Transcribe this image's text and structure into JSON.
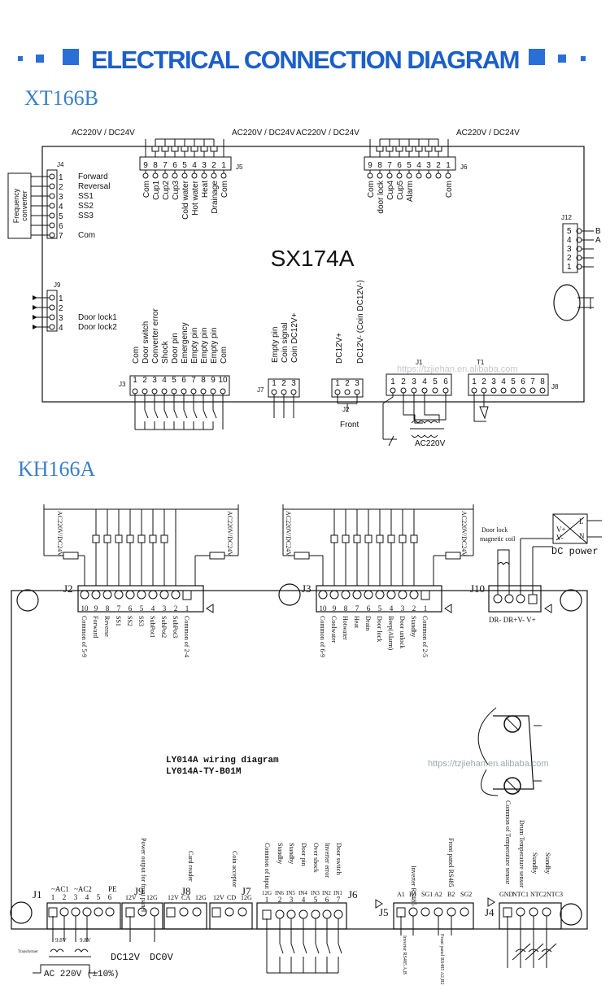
{
  "header": {
    "title": "ELECTRICAL CONNECTION DIAGRAM"
  },
  "models": {
    "top": "XT166B",
    "bottom": "KH166A"
  },
  "xt": {
    "board": "SX174A",
    "ac_label": "AC220V / DC24V",
    "j4": {
      "name": "J4",
      "pins": [
        "1",
        "2",
        "3",
        "4",
        "5",
        "6",
        "7"
      ],
      "labels": [
        "Forward",
        "Reversal",
        "SS1",
        "SS2",
        "SS3",
        "",
        "Com"
      ],
      "box": [
        "Frequency",
        "converter"
      ]
    },
    "j5": {
      "name": "J5",
      "pins": [
        "9",
        "8",
        "7",
        "6",
        "5",
        "4",
        "3",
        "2",
        "1"
      ],
      "labels": [
        "Com",
        "Cup1",
        "Cup2",
        "Cup3",
        "Cold water",
        "Hot water",
        "Heat",
        "Drainage",
        "Com"
      ]
    },
    "j6": {
      "name": "J6",
      "pins": [
        "9",
        "8",
        "7",
        "6",
        "5",
        "4",
        "3",
        "2",
        "1"
      ],
      "labels": [
        "Com",
        "door lock",
        "Cup4",
        "Cup5",
        "Alarm",
        "",
        "",
        "",
        "Com"
      ]
    },
    "j12": {
      "name": "J12",
      "pins": [
        "5",
        "4",
        "3",
        "2",
        "1"
      ],
      "labels": [
        "B",
        "A"
      ]
    },
    "j9": {
      "name": "J9",
      "pins": [
        "1",
        "2",
        "3",
        "4"
      ],
      "labels": [
        "Door lock1",
        "Door lock2"
      ]
    },
    "j3": {
      "name": "J3",
      "pins": [
        "1",
        "2",
        "3",
        "4",
        "5",
        "6",
        "7",
        "8",
        "9",
        "10"
      ],
      "labels": [
        "Com",
        "Door switch",
        "Converter error",
        "Shock",
        "Door pin",
        "Emergency",
        "Empty pin",
        "Empty pin",
        "Empty pin",
        "Com"
      ]
    },
    "j7": {
      "name": "J7",
      "pins": [
        "1",
        "2",
        "3"
      ],
      "labels": [
        "Empty pin",
        "Coin signal",
        "Coin DC12V+"
      ]
    },
    "j2": {
      "name": "J2",
      "pins": [
        "1",
        "2",
        "3"
      ],
      "labels": [
        "DC12V+",
        "DC12V- (Coin DC12V-)"
      ],
      "front": "Front"
    },
    "j1": {
      "name": "J1",
      "pins": [
        "1",
        "2",
        "3",
        "4",
        "5",
        "6"
      ],
      "ac": "AC220V"
    },
    "t1": {
      "name": "T1"
    },
    "j8": {
      "name": "J8",
      "pins": [
        "1",
        "2",
        "3",
        "4",
        "5",
        "6",
        "7",
        "8"
      ]
    },
    "watermark": "https://tzjiehan.en.alibaba.com"
  },
  "kh": {
    "ac_label": "AC220V/DC24V",
    "j2": {
      "name": "J2",
      "pins": [
        "10",
        "9",
        "8",
        "7",
        "6",
        "5",
        "4",
        "3",
        "2",
        "1"
      ],
      "labels": [
        "Common of 5-9",
        "Forward",
        "Reverse",
        "SS1",
        "SS2",
        "SS3",
        "SubPot1",
        "SubPot2",
        "SubPot3",
        "Common of 2-4"
      ]
    },
    "j3": {
      "name": "J3",
      "pins": [
        "10",
        "9",
        "8",
        "7",
        "6",
        "5",
        "4",
        "3",
        "2",
        "1"
      ],
      "labels": [
        "Common of 6-9",
        "Coolwater",
        "Hotwater",
        "Heat",
        "Drain",
        "Door lock",
        "Beep(Alarm)",
        "Door unlock",
        "Standby",
        "Common of 2-5"
      ]
    },
    "j10": {
      "name": "J10",
      "pin_labels": "DR- DR+V- V+",
      "coil": [
        "Door lock",
        "magnetic coil"
      ],
      "dc_power": "DC power",
      "dc_pins": [
        "V+",
        "V-"
      ],
      "ln": [
        "L",
        "N"
      ]
    },
    "diagram": [
      "LY014A wiring diagram",
      "LY014A-TY-B01M"
    ],
    "watermark": "https://tzjiehan.en.alibaba.com",
    "j1": {
      "name": "J1",
      "heads": [
        "~AC1",
        "~AC2",
        "PE"
      ],
      "pins": [
        "1",
        "2",
        "3",
        "4",
        "5",
        "6"
      ],
      "v1": "9.8V",
      "v2": "9.8V",
      "transformer": "Transformer",
      "ac": "AC 220V (±10%)"
    },
    "j9": {
      "name": "J9",
      "pins": [
        "12V",
        "12G"
      ],
      "label": "Power output for front panel",
      "dc12": "DC12V",
      "dc0": "DC0V"
    },
    "j8": {
      "name": "J8",
      "pins": [
        "12V",
        "CA",
        "12G"
      ],
      "label": "Card reader"
    },
    "j7": {
      "name": "J7",
      "pins": [
        "12V",
        "CD",
        "12G"
      ],
      "label": "Coin acceptor"
    },
    "j6": {
      "name": "J6",
      "pins": [
        "12G",
        "IN6",
        "IN5",
        "IN4",
        "IN3",
        "IN2",
        "IN1"
      ],
      "nums": [
        "1",
        "2",
        "3",
        "4",
        "5",
        "6",
        "7"
      ],
      "labels": [
        "Common of input",
        "Standby",
        "Standby",
        "Door pin",
        "Over shock",
        "Inverter error",
        "Door switch"
      ]
    },
    "j5": {
      "name": "J5",
      "pins": [
        "A1",
        "B1",
        "SG1",
        "A2",
        "B2",
        "SG2"
      ],
      "labels": [
        "Inverter RS485",
        "Front panel RS485"
      ],
      "bottom": [
        "Inverter RS485 A,B",
        "Front panel RS485 A2,B2"
      ]
    },
    "j4": {
      "name": "J4",
      "pins": [
        "GND",
        "NTC1",
        "NTC2",
        "NTC3"
      ],
      "labels": [
        "Common of Temperature sensor",
        "Drum Temperature sensor",
        "Standby",
        "Standby"
      ]
    }
  }
}
